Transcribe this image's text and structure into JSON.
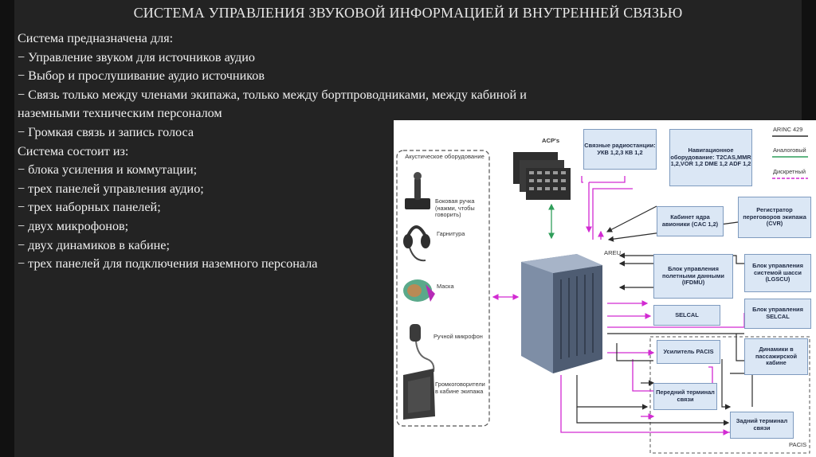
{
  "title": "СИСТЕМА УПРАВЛЕНИЯ ЗВУКОВОЙ ИНФОРМАЦИЕЙ И ВНУТРЕННЕЙ СВЯЗЬЮ",
  "body_lines": [
    "Система предназначена для:",
    "− Управление звуком для источников аудио",
    "− Выбор и прослушивание аудио источников",
    "− Связь только между членами экипажа, только между бортпроводниками, между кабиной и",
    "наземными техническим персоналом",
    "− Громкая связь и запись голоса",
    "Система состоит из:",
    "− блока усиления и коммутации;",
    "− трех панелей управления аудио;",
    "− трех наборных панелей;",
    "− двух микрофонов;",
    "− двух динамиков в кабине;",
    "− трех панелей для подключения наземного персонала"
  ],
  "diagram": {
    "acoustic_title": "Акустическое оборудование",
    "acoustic_items": [
      {
        "label": "Боковая ручка (нажми, чтобы говорить)",
        "icon": "side-stick-icon"
      },
      {
        "label": "Гарнитура",
        "icon": "headset-icon"
      },
      {
        "label": "Маска",
        "icon": "mask-icon"
      },
      {
        "label": "Ручной микрофон",
        "icon": "hand-microphone-icon"
      },
      {
        "label": "Громкоговорители в кабине экипажа",
        "icon": "loudspeaker-icon"
      }
    ],
    "acp_label": "ACP's",
    "areu_label": "AREU",
    "pacis_label": "PACIS",
    "legend": [
      {
        "label": "ARINC 429",
        "color": "#2b2b2b"
      },
      {
        "label": "Аналоговый",
        "color": "#2f9e5a"
      },
      {
        "label": "Дискретный",
        "color": "#d22ad2"
      }
    ],
    "boxes": {
      "radio": "Связные радиостанции: УКВ 1,2,3 КВ 1,2",
      "nav": "Навигационное оборудование: T2CAS,MMR 1,2,VOR 1,2 DME 1,2 ADF 1,2",
      "cac": "Кабинет ядра авионики (CAC 1,2)",
      "cvr": "Регистратор переговоров экипажа (CVR)",
      "ifdmu": "Блок управления полетными данными (IFDMU)",
      "lgscu": "Блок управления системой шасси (LGSCU)",
      "selcal_left": "SELCAL",
      "selcal_right": "Блок управления SELCAL",
      "amp": "Усилитель PACIS",
      "speakers": "Динамики в пассажирской кабине",
      "front_term": "Передний терминал связи",
      "rear_term": "Задний терминал связи"
    }
  }
}
